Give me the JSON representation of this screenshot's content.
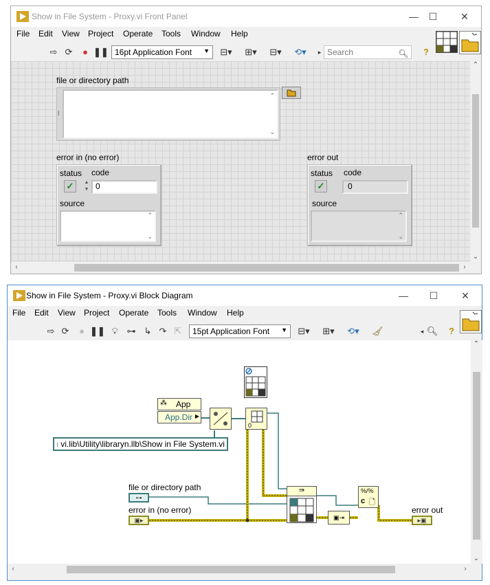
{
  "front_panel": {
    "title": "Show in File System - Proxy.vi Front Panel",
    "menu": [
      "File",
      "Edit",
      "View",
      "Project",
      "Operate",
      "Tools",
      "Window",
      "Help"
    ],
    "font_select": "16pt Application Font",
    "search_placeholder": "Search",
    "controls": {
      "file_path_label": "file or directory path",
      "error_in": {
        "label": "error in (no error)",
        "status_label": "status",
        "code_label": "code",
        "code_value": "0",
        "source_label": "source"
      },
      "error_out": {
        "label": "error out",
        "status_label": "status",
        "code_label": "code",
        "code_value": "0",
        "source_label": "source"
      }
    }
  },
  "block_diagram": {
    "title": "Show in File System - Proxy.vi Block Diagram",
    "menu": [
      "File",
      "Edit",
      "View",
      "Project",
      "Operate",
      "Tools",
      "Window",
      "Help"
    ],
    "font_select": "15pt Application Font",
    "nodes": {
      "app_ref": "App",
      "property": "App.Dir",
      "path_constant": "vi.lib\\Utility\\libraryn.llb\\Show in File System.vi",
      "file_path_terminal": "file or directory path",
      "error_in_terminal": "error in (no error)",
      "error_out_terminal": "error out",
      "zero_constant": "0",
      "format_c": "c"
    }
  },
  "colors": {
    "accent": "#cc9a00",
    "error_wire": "#c8b400",
    "path_wire": "#3c7a7a",
    "diagram_bg": "#ffffff",
    "panel_grid": "#e6e6e6"
  }
}
